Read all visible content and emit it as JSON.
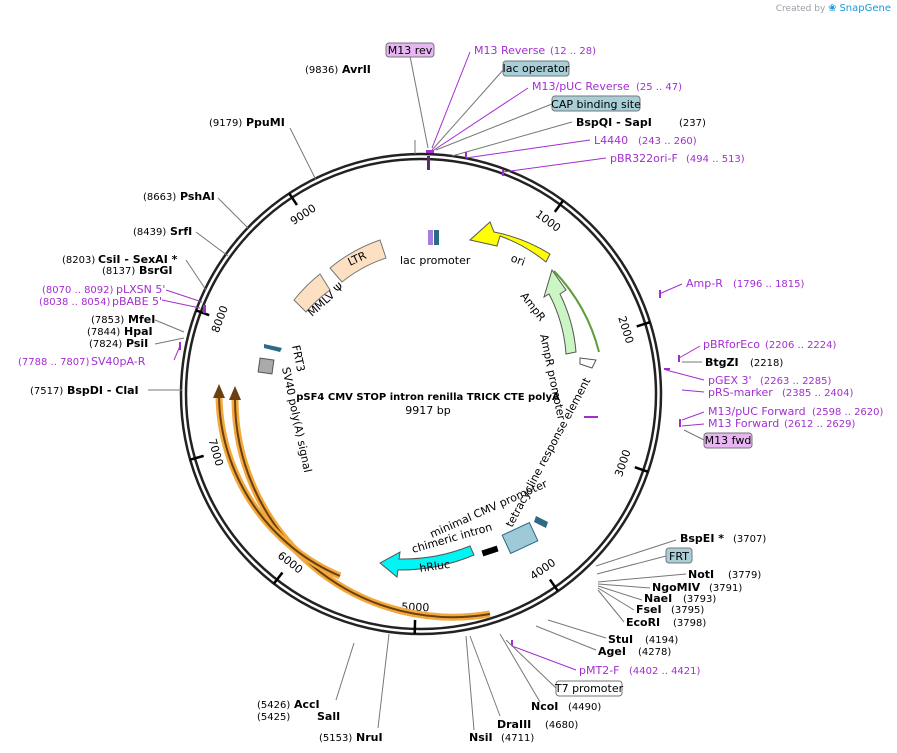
{
  "credit": {
    "prefix": "Created by",
    "brand": "SnapGene"
  },
  "plasmid": {
    "name": "pSF4 CMV STOP intron renilla TRICK CTE polyA",
    "length_label": "9917 bp",
    "length": 9917
  },
  "ring_ticks": [
    {
      "pos": 1000,
      "label": "1000"
    },
    {
      "pos": 2000,
      "label": "2000"
    },
    {
      "pos": 3000,
      "label": "3000"
    },
    {
      "pos": 4000,
      "label": "4000"
    },
    {
      "pos": 5000,
      "label": "5000"
    },
    {
      "pos": 6000,
      "label": "6000"
    },
    {
      "pos": 7000,
      "label": "7000"
    },
    {
      "pos": 8000,
      "label": "8000"
    },
    {
      "pos": 9000,
      "label": "9000"
    }
  ],
  "sites": [
    {
      "name": "AvrII",
      "coord": "(9836)",
      "pos": 9836
    },
    {
      "name": "PpuMI",
      "coord": "(9179)",
      "pos": 9179
    },
    {
      "name": "PshAI",
      "coord": "(8663)",
      "pos": 8663
    },
    {
      "name": "SrfI",
      "coord": "(8439)",
      "pos": 8439
    },
    {
      "name": "CsiI   - SexAI *",
      "coord": "(8203)",
      "pos": 8203
    },
    {
      "name": "BsrGI",
      "coord": "(8137)",
      "pos": 8137
    },
    {
      "name": "MfeI",
      "coord": "(7853)",
      "pos": 7853
    },
    {
      "name": "HpaI",
      "coord": "(7844)",
      "pos": 7844
    },
    {
      "name": "PsiI",
      "coord": "(7824)",
      "pos": 7824
    },
    {
      "name": "BspDI   - ClaI",
      "coord": "(7517)",
      "pos": 7517
    },
    {
      "name": "BspQI   - SapI",
      "coord": "(237)",
      "pos": 237
    },
    {
      "name": "BtgZI",
      "coord": "(2218)",
      "pos": 2218
    },
    {
      "name": "BspEI *",
      "coord": "(3707)",
      "pos": 3707
    },
    {
      "name": "NotI",
      "coord": "(3779)",
      "pos": 3779
    },
    {
      "name": "NgoMIV",
      "coord": "(3791)",
      "pos": 3791
    },
    {
      "name": "NaeI",
      "coord": "(3793)",
      "pos": 3793
    },
    {
      "name": "FseI",
      "coord": "(3795)",
      "pos": 3795
    },
    {
      "name": "EcoRI",
      "coord": "(3798)",
      "pos": 3798
    },
    {
      "name": "StuI",
      "coord": "(4194)",
      "pos": 4194
    },
    {
      "name": "AgeI",
      "coord": "(4278)",
      "pos": 4278
    },
    {
      "name": "NcoI",
      "coord": "(4490)",
      "pos": 4490
    },
    {
      "name": "DraIII",
      "coord": "(4680)",
      "pos": 4680
    },
    {
      "name": "NsiI",
      "coord": "(4711)",
      "pos": 4711
    },
    {
      "name": "NruI",
      "coord": "(5153)",
      "pos": 5153
    },
    {
      "name": "SalI",
      "coord": "(5425)",
      "pos": 5425
    },
    {
      "name": "AccI",
      "coord": "(5426)",
      "pos": 5426
    }
  ],
  "primers": [
    {
      "name": "M13 Reverse",
      "coord": "(12 .. 28)",
      "pos": 20
    },
    {
      "name": "M13/pUC Reverse",
      "coord": "(25 .. 47)",
      "pos": 36
    },
    {
      "name": "L4440",
      "coord": "(243 .. 260)",
      "pos": 251
    },
    {
      "name": "pBR322ori-F",
      "coord": "(494 .. 513)",
      "pos": 503
    },
    {
      "name": "Amp-R",
      "coord": "(1796 .. 1815)",
      "pos": 1805
    },
    {
      "name": "pBRforEco",
      "coord": "(2206 .. 2224)",
      "pos": 2215
    },
    {
      "name": "pGEX 3'",
      "coord": "(2263 .. 2285)",
      "pos": 2274
    },
    {
      "name": "pRS-marker",
      "coord": "(2385 .. 2404)",
      "pos": 2394
    },
    {
      "name": "M13/pUC Forward",
      "coord": "(2598 .. 2620)",
      "pos": 2609
    },
    {
      "name": "M13 Forward",
      "coord": "(2612 .. 2629)",
      "pos": 2620
    },
    {
      "name": "pMT2-F",
      "coord": "(4402 .. 4421)",
      "pos": 4411
    },
    {
      "name": "SV40pA-R",
      "coord": "(7788 .. 7807)",
      "pos": 7797
    },
    {
      "name": "pBABE 5'",
      "coord": "(8038 .. 8054)",
      "pos": 8046
    },
    {
      "name": "pLXSN 5'",
      "coord": "(8070 .. 8092)",
      "pos": 8081
    }
  ],
  "boxed": [
    {
      "name": "M13 rev",
      "kind": "primer"
    },
    {
      "name": "lac operator",
      "kind": "feature"
    },
    {
      "name": "CAP binding site",
      "kind": "feature"
    },
    {
      "name": "M13 fwd",
      "kind": "primer"
    },
    {
      "name": "FRT",
      "kind": "feature"
    },
    {
      "name": "T7 promoter",
      "kind": "promoter"
    }
  ],
  "features": [
    {
      "name": "lac promoter"
    },
    {
      "name": "ori"
    },
    {
      "name": "AmpR"
    },
    {
      "name": "AmpR promoter"
    },
    {
      "name": "LTR"
    },
    {
      "name": "MMLV Ψ"
    },
    {
      "name": "FRT3"
    },
    {
      "name": "SV40 poly(A) signal"
    },
    {
      "name": "tetracycline response element"
    },
    {
      "name": "minimal CMV promoter"
    },
    {
      "name": "chimeric intron"
    },
    {
      "name": "hRluc"
    }
  ],
  "colors": {
    "primer": "#a32ed0",
    "ori": "#ffff00",
    "ampr": "#ccf5c4",
    "ltr": "#fde0c2",
    "hrluc": "#00f5f5",
    "orange_arc": "#f2a93b",
    "feature_box": "#a8cfd8",
    "primer_box": "#e7b6f2"
  }
}
